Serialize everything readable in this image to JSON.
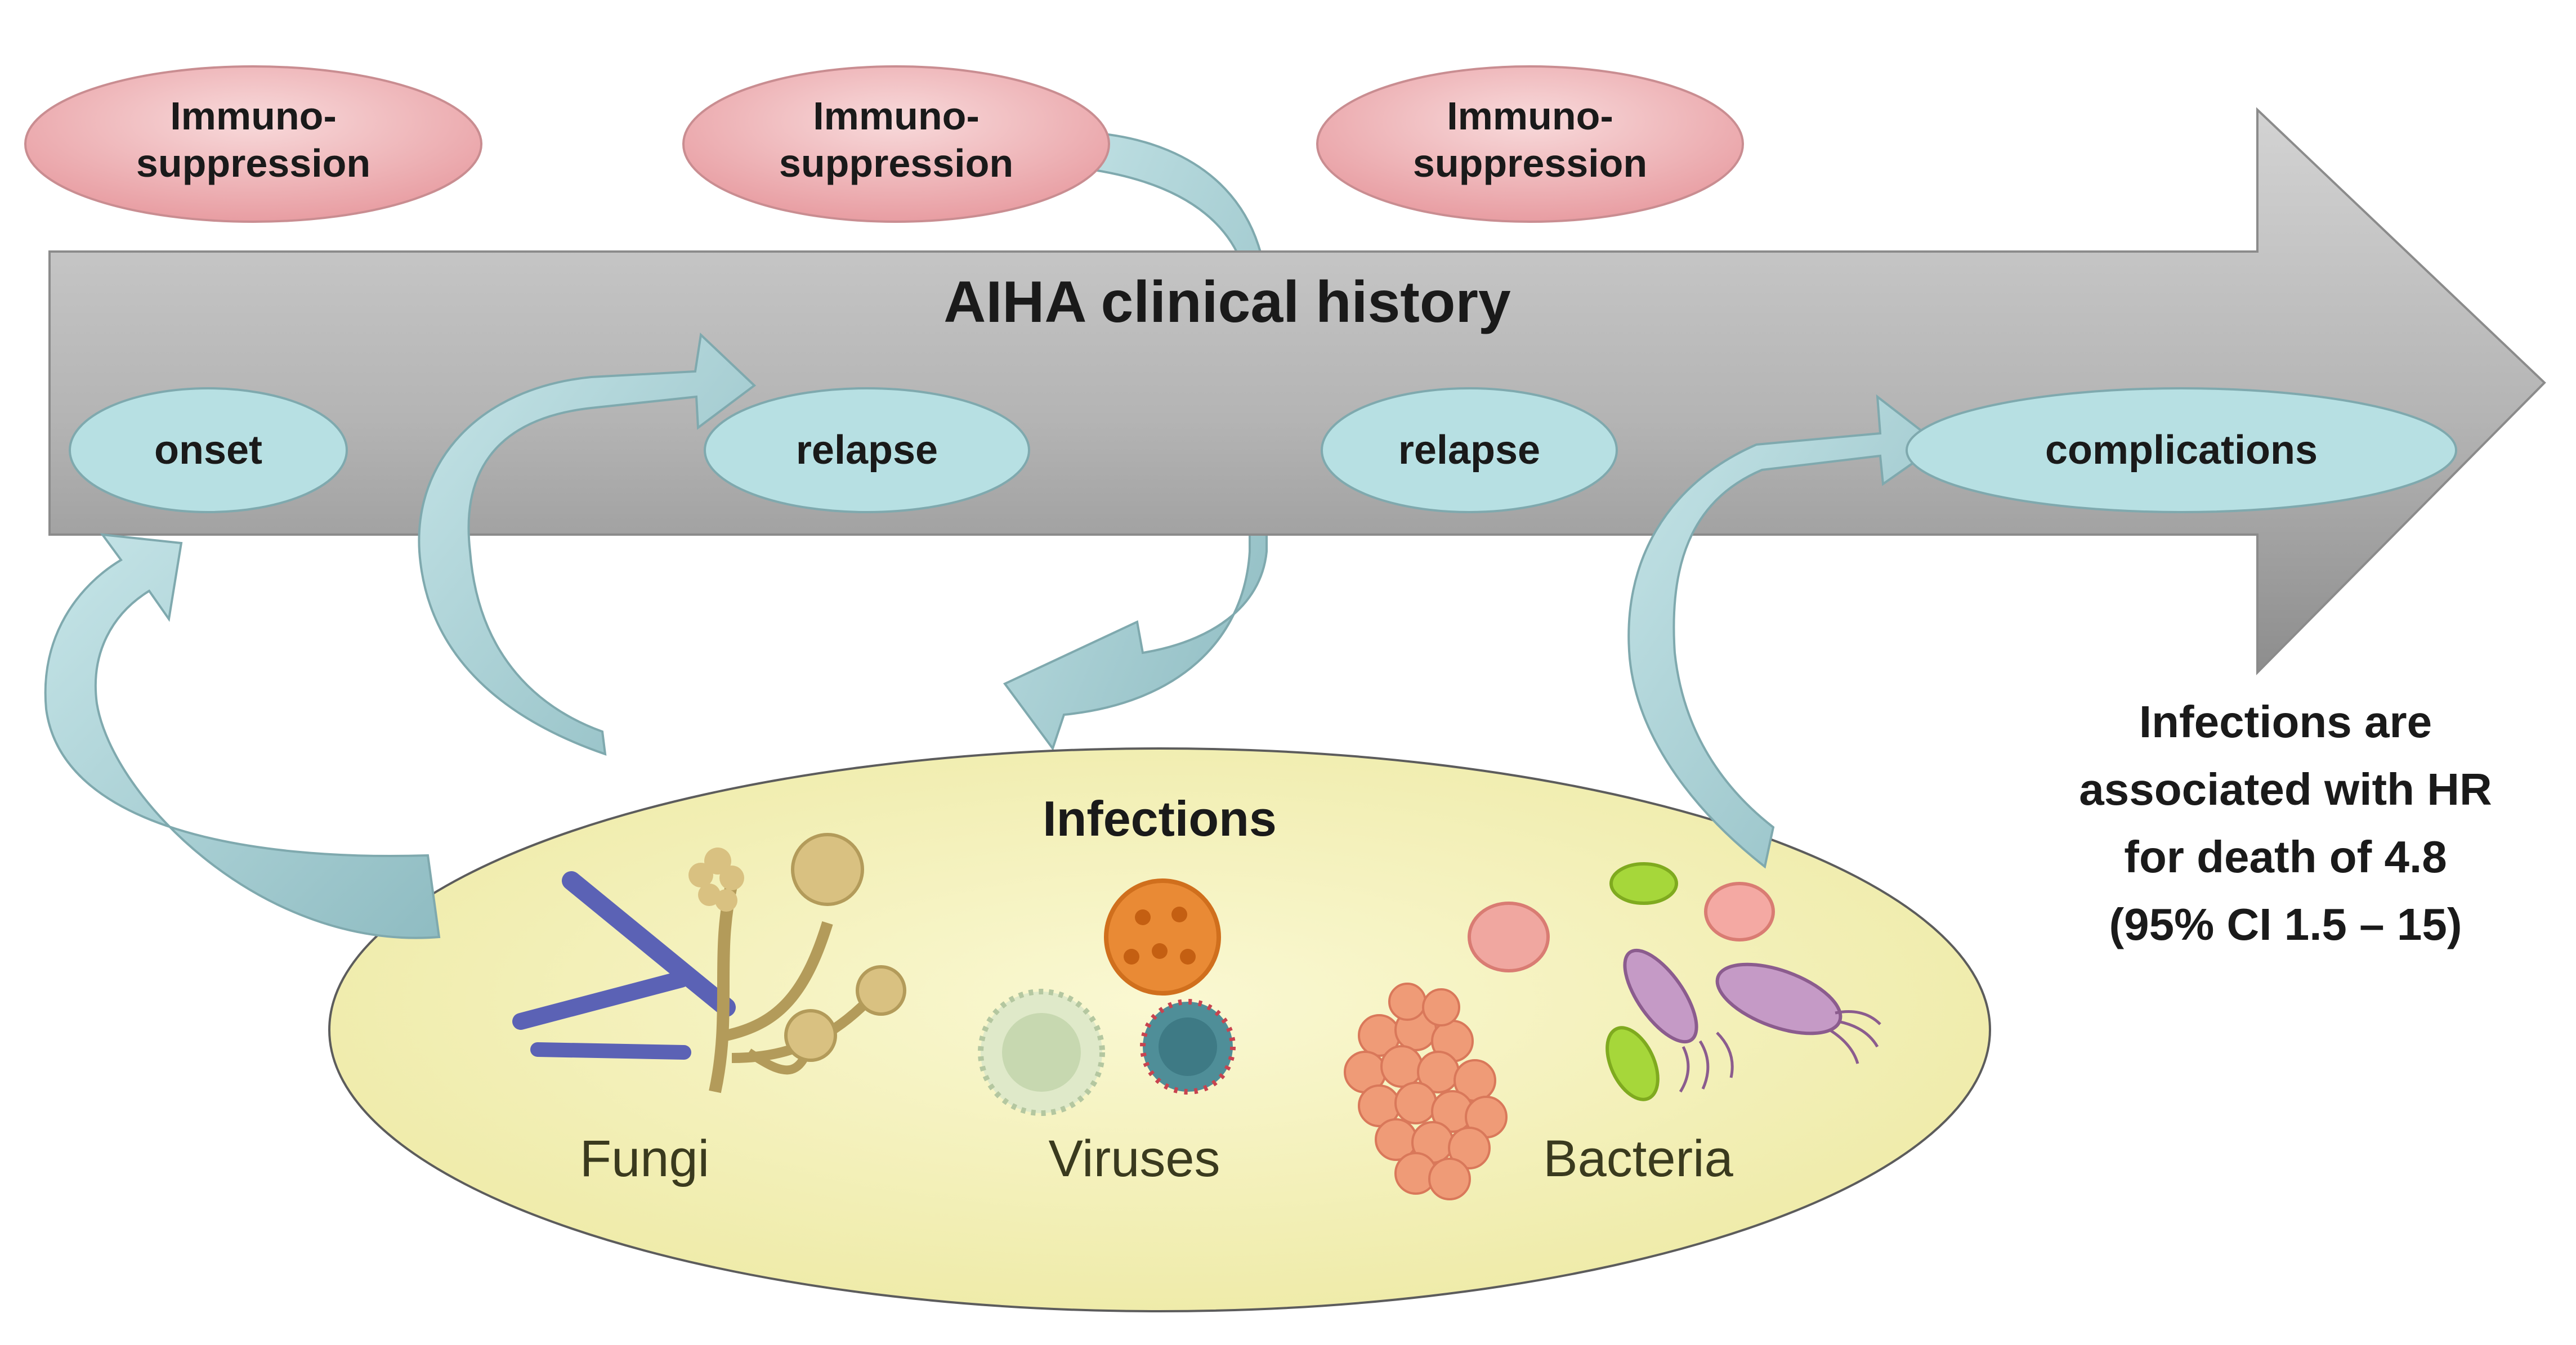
{
  "timeline": {
    "title": "AIHA clinical history",
    "stages": [
      {
        "label": "onset"
      },
      {
        "label": "relapse"
      },
      {
        "label": "relapse"
      },
      {
        "label": "complications"
      }
    ]
  },
  "immunosuppression": [
    {
      "line1": "Immuno-",
      "line2": "suppression"
    },
    {
      "line1": "Immuno-",
      "line2": "suppression"
    },
    {
      "line1": "Immuno-",
      "line2": "suppression"
    }
  ],
  "infections": {
    "title": "Infections",
    "groups": [
      {
        "label": "Fungi",
        "icon": "fungi-icon"
      },
      {
        "label": "Viruses",
        "icon": "virus-icon"
      },
      {
        "label": "Bacteria",
        "icon": "bacteria-icon"
      }
    ]
  },
  "note": {
    "lines": [
      "Infections are",
      "associated with HR",
      "for death of 4.8",
      "(95% CI 1.5 – 15)"
    ]
  },
  "colors": {
    "stage_fill": "#b7e0e3",
    "immuno_fill": "#eeaeb2",
    "infection_fill": "#f4f1b8",
    "arrow_gray": "#a7a7a7",
    "curved_arrow": "#a9d3d8"
  }
}
